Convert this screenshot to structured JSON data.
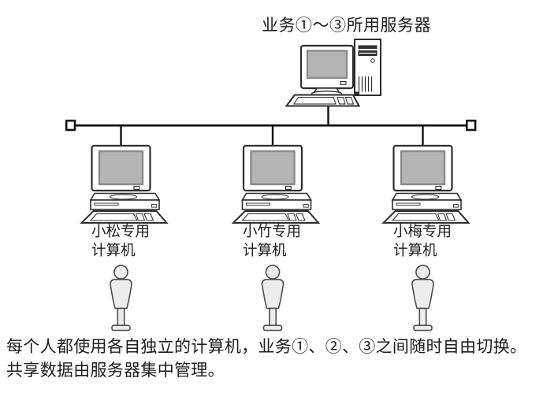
{
  "title_label": "业务①～③所用服务器",
  "clients": [
    {
      "line1": "小松专用",
      "line2": "计算机"
    },
    {
      "line1": "小竹专用",
      "line2": "计算机"
    },
    {
      "line1": "小梅专用",
      "line2": "计算机"
    }
  ],
  "caption": {
    "line1": "每个人都使用各自独立的计算机，业务①、②、③之间随时自由切换。",
    "line2": "共享数据由服务器集中管理。"
  },
  "icons": {
    "server": "server-computer-with-tower-icon",
    "client": "desktop-computer-icon",
    "person": "person-figure-icon",
    "bus": "network-bus-with-terminators"
  },
  "colors": {
    "outline": "#2e2e2e",
    "screen_fill": "#b4b4b4",
    "person_fill": "#ededed",
    "bus": "#111111",
    "text": "#1d1d1d",
    "background": "#ffffff"
  }
}
